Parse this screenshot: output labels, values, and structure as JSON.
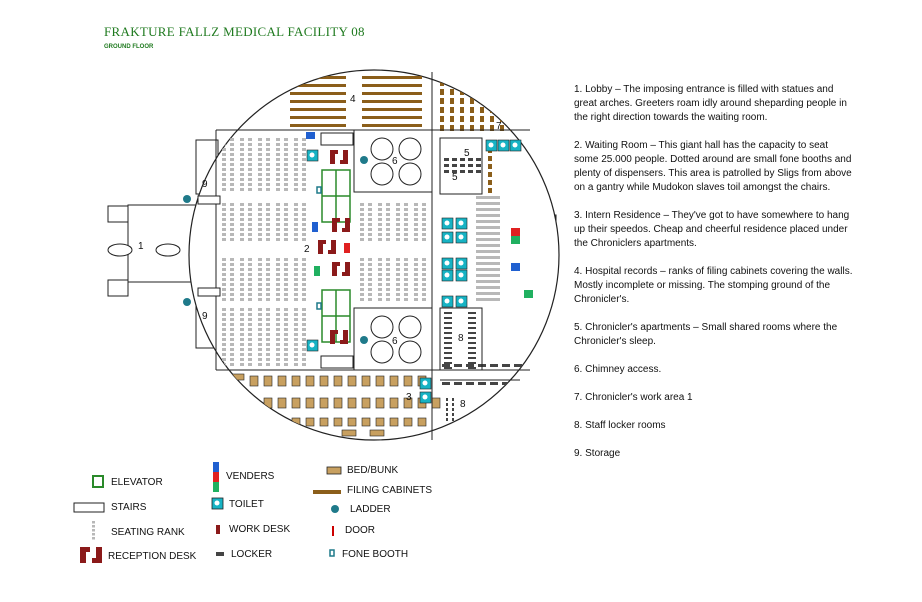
{
  "title": "FRAKTURE FALLZ MEDICAL FACILITY 08",
  "subtitle": "GROUND FLOOR",
  "room_numbers": {
    "lobby": "1",
    "waiting_room": "2",
    "intern_residence": "3",
    "hospital_records": "4",
    "chroniclers_apartments": "5",
    "chimney_access": "6",
    "chroniclers_work_area": "7",
    "staff_locker_rooms": "8",
    "storage": "9"
  },
  "legend": [
    "1. Lobby – The imposing entrance is filled with statues and great arches. Greeters roam idly around sheparding people in the right direction towards the waiting room.",
    "2. Waiting Room – This giant hall has the capacity to seat some 25.000 people. Dotted around are small fone booths and plenty of dispensers. This area is patrolled by Sligs from above on a gantry while Mudokon slaves toil amongst the chairs.",
    "3. Intern Residence – They've got to have somewhere to hang up their speedos. Cheap and cheerful residence placed under the Chroniclers apartments.",
    "4. Hospital records – ranks of filing cabinets covering the walls. Mostly incomplete or missing. The stomping ground of the Chronicler's.",
    "5. Chronicler's apartments – Small shared rooms where the Chronicler's sleep.",
    "6. Chimney access.",
    "7. Chronicler's work area 1",
    "8. Staff locker rooms",
    "9. Storage"
  ],
  "key": {
    "elevator": "ELEVATOR",
    "stairs": "STAIRS",
    "seating_rank": "SEATING RANK",
    "reception_desk": "RECEPTION DESK",
    "venders": "VENDERS",
    "toilet": "TOILET",
    "work_desk": "WORK DESK",
    "locker": "LOCKER",
    "bed_bunk": "BED/BUNK",
    "filing_cabinets": "FILING CABINETS",
    "ladder": "LADDER",
    "door": "DOOR",
    "fone_booth": "FONE BOOTH"
  },
  "colors": {
    "title_green": "#1f7a1f",
    "wall": "#222222",
    "seating": "#b8b8b8",
    "filing": "#8b5e1a",
    "bunk": "#c8a060",
    "toilet": "#17b3c4",
    "reception": "#8b1a1a",
    "vender_blue": "#2060d0",
    "vender_red": "#e02020",
    "vender_green": "#20b060",
    "locker": "#444444",
    "elevator": "#2a8a2a",
    "fone": "#1f7a8a",
    "door": "#cc0000"
  }
}
